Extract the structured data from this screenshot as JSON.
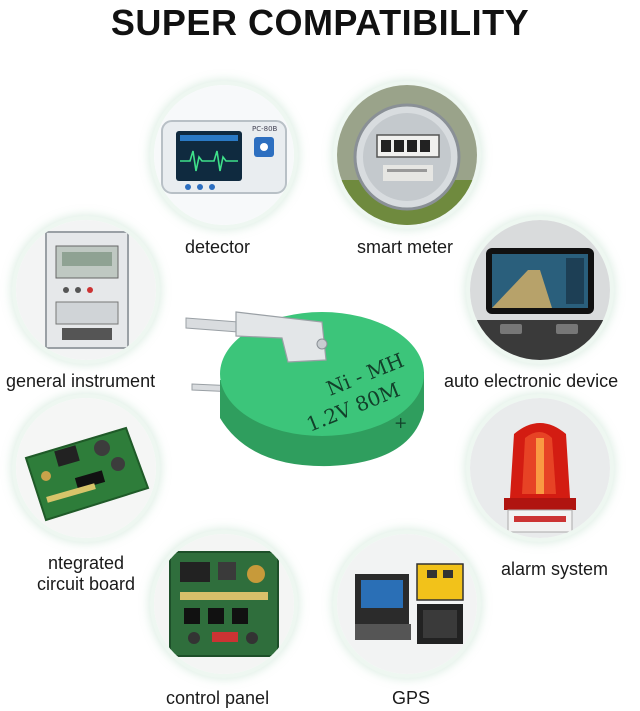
{
  "title": "SUPER COMPATIBILITY",
  "battery": {
    "line1": "Ni - MH",
    "line2": "1.2V 80M",
    "mark": "+"
  },
  "devices": {
    "detector": {
      "label": "detector",
      "screen_text": "PC-80B"
    },
    "smart_meter": {
      "label": "smart meter"
    },
    "general_instrument": {
      "label": "general instrument"
    },
    "auto_electronic_device": {
      "label": "auto electronic device"
    },
    "integrated_circuit_board": {
      "label_line1": "ntegrated",
      "label_line2": "circuit board"
    },
    "alarm_system": {
      "label": "alarm system"
    },
    "control_panel": {
      "label": "control panel"
    },
    "gps": {
      "label": "GPS"
    }
  },
  "colors": {
    "battery_green": "#2fb36a",
    "battery_top": "#3cc57a",
    "circle_glow": "#eef7f1",
    "alarm_red": "#d31c12",
    "pcb_green": "#2e7d3a"
  }
}
